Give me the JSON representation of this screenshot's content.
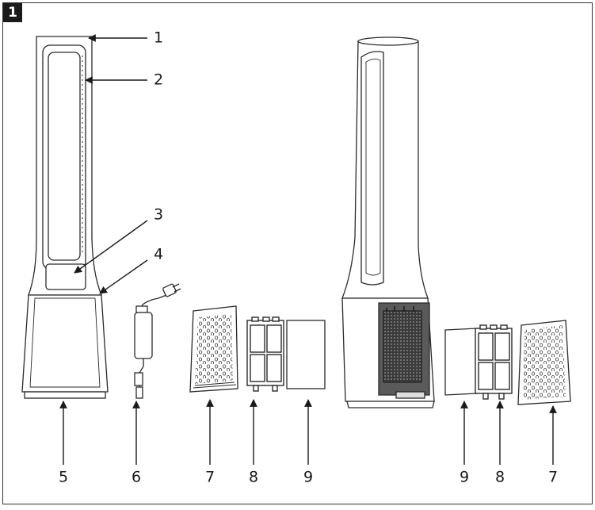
{
  "figure": {
    "number": "1"
  },
  "callouts": {
    "c1": "1",
    "c2": "2",
    "c3": "3",
    "c4": "4",
    "c5": "5",
    "c6": "6",
    "c7": "7",
    "c8": "8",
    "c9": "9"
  },
  "colors": {
    "line": "#2a2a2a",
    "grey": "#555555",
    "dark": "#444444",
    "fill": "#ffffff"
  }
}
